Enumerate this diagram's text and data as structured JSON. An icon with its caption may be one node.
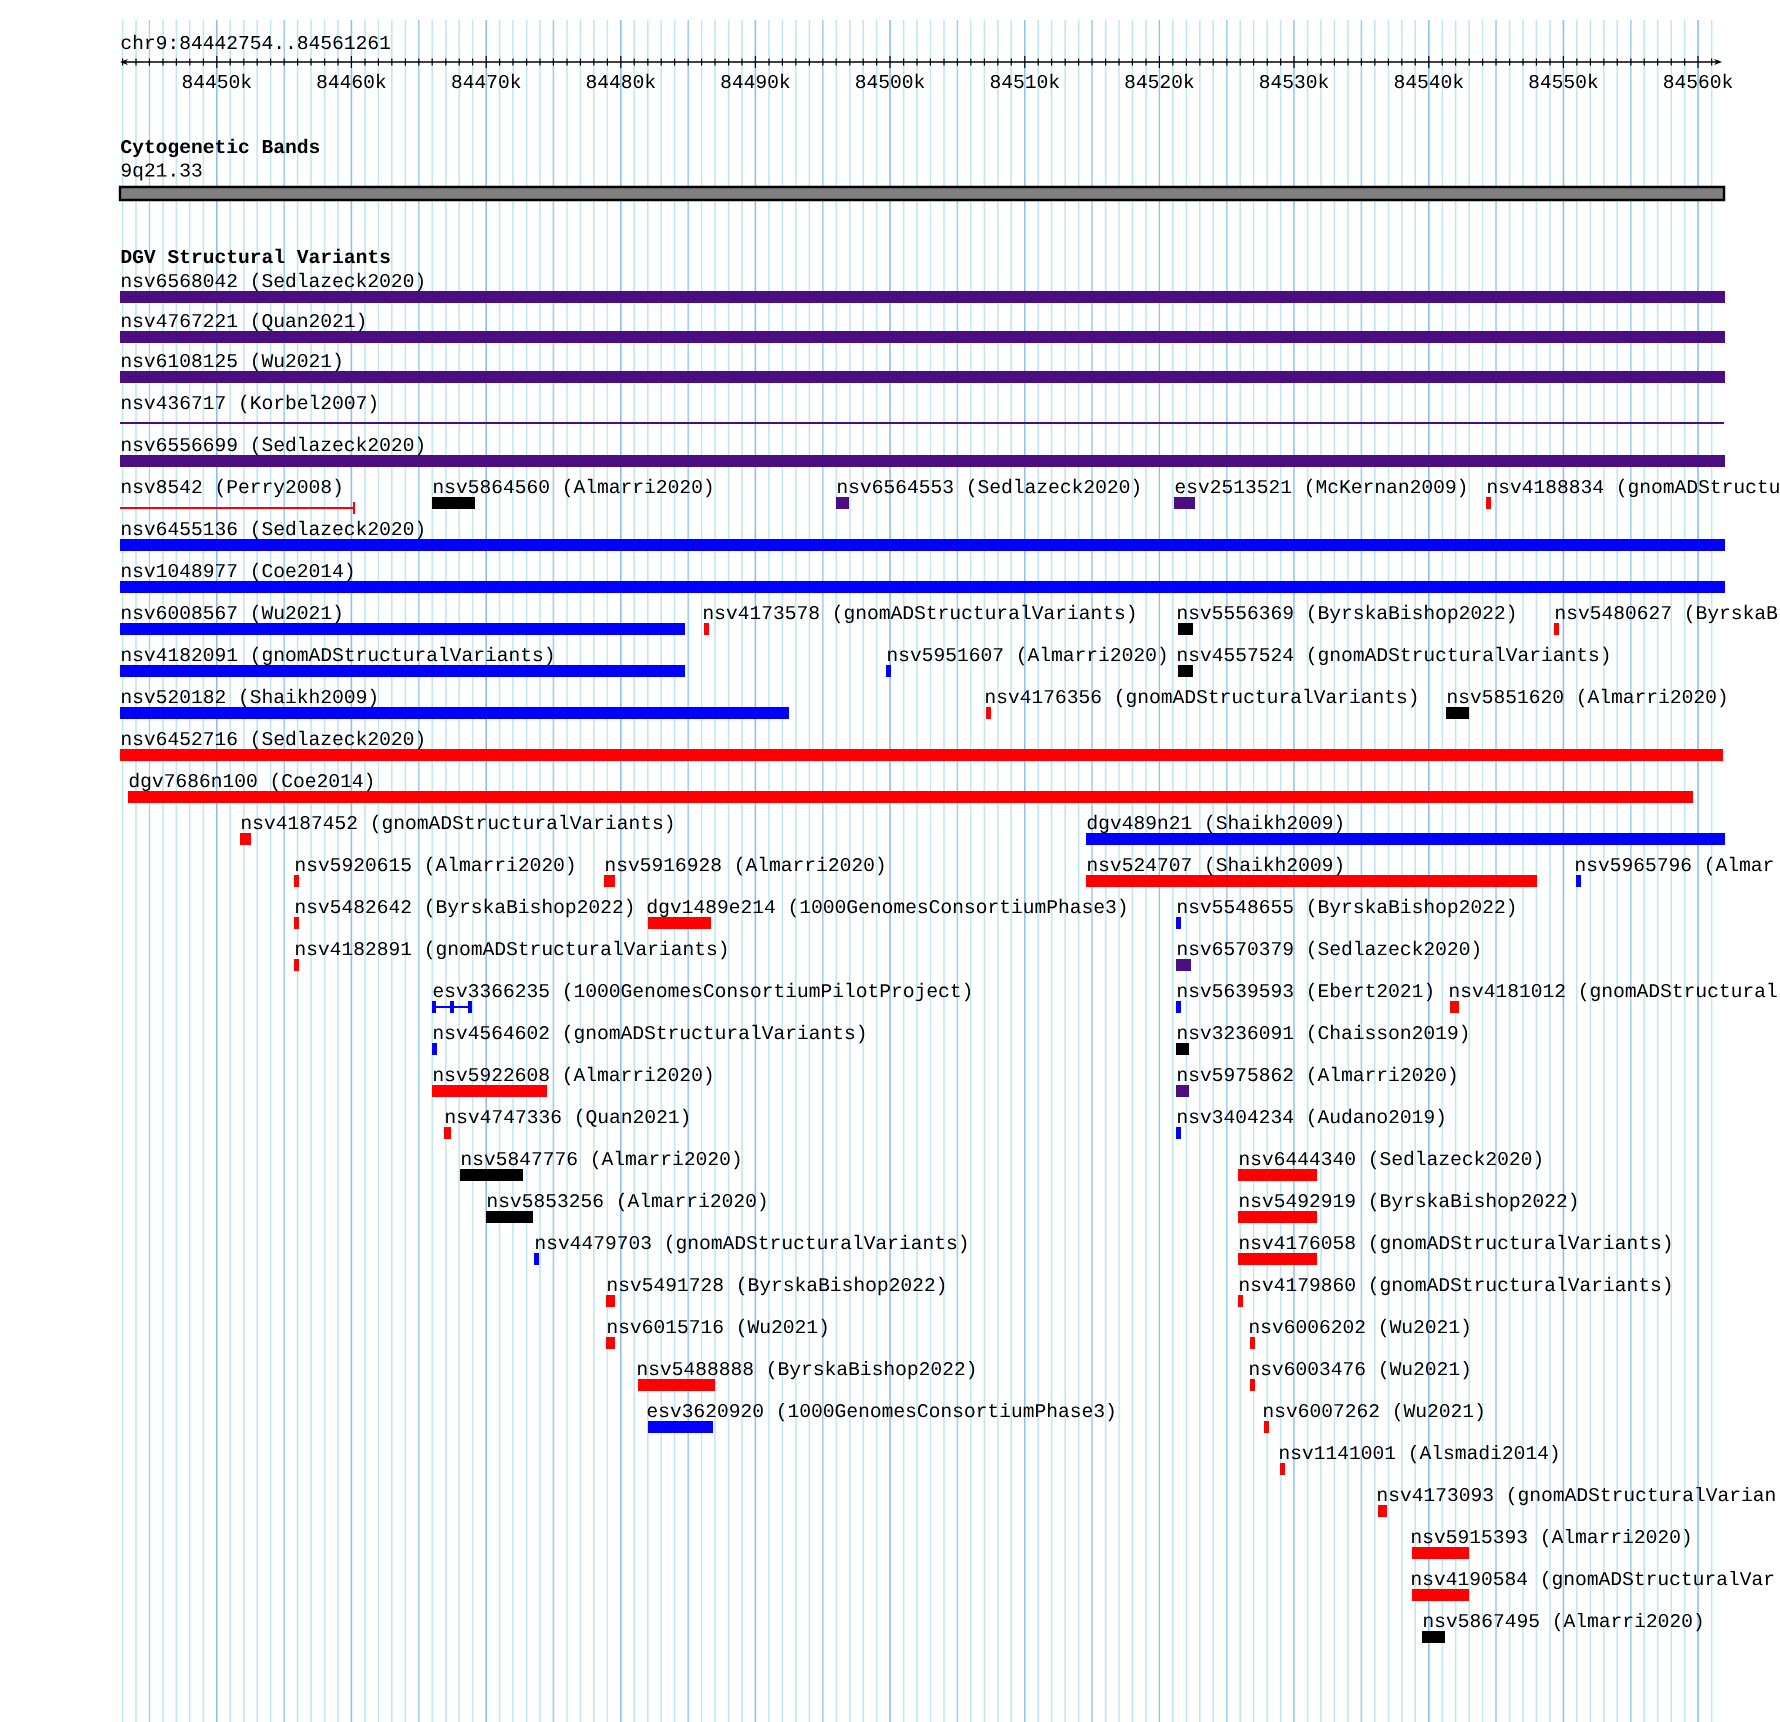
{
  "diagram": {
    "nodes": [
      {
        "text": [
          "9q21.33"
        ]
      },
      {
        "text": [
          "nsv6568042 (Sedlazeck2020)"
        ]
      },
      {
        "text": [
          "nsv4767221 (Quan2021)"
        ]
      },
      {
        "text": [
          "nsv6108125 (Wu2021)"
        ]
      },
      {
        "text": [
          "nsv436717 (Korbel2007)"
        ]
      },
      {
        "text": [
          "nsv6556699 (Sedlazeck2020)"
        ]
      },
      {
        "text": [
          "nsv8542 (Perry2008)"
        ]
      },
      {
        "text": [
          "nsv5864560 (Almarri2020)"
        ]
      },
      {
        "text": [
          "nsv6564553 (Sedlazeck2020)"
        ]
      },
      {
        "text": [
          "esv2513521 (McKernan2009)"
        ]
      },
      {
        "text": [
          "nsv4188834 (gnomADStructu"
        ]
      },
      {
        "text": [
          "nsv6455136 (Sedlazeck2020)"
        ]
      },
      {
        "text": [
          "nsv1048977 (Coe2014)"
        ]
      },
      {
        "text": [
          "nsv6008567 (Wu2021)"
        ]
      },
      {
        "text": [
          "nsv4173578 (gnomADStructuralVariants)"
        ]
      },
      {
        "text": [
          "nsv5556369 (ByrskaBishop2022)"
        ]
      },
      {
        "text": [
          "nsv5480627 (ByrskaB"
        ]
      },
      {
        "text": [
          "nsv4182091 (gnomADStructuralVariants)"
        ]
      },
      {
        "text": [
          "nsv5951607 (Almarri2020)"
        ]
      },
      {
        "text": [
          "nsv4557524 (gnomADStructuralVariants)"
        ]
      },
      {
        "text": [
          "nsv520182 (Shaikh2009)"
        ]
      },
      {
        "text": [
          "nsv4176356 (gnomADStructuralVariants)"
        ]
      },
      {
        "text": [
          "nsv5851620 (Almarri2020)"
        ]
      },
      {
        "text": [
          "nsv6452716 (Sedlazeck2020)"
        ]
      },
      {
        "text": [
          "dgv7686n100 (Coe2014)"
        ]
      },
      {
        "text": [
          "nsv4187452 (gnomADStructuralVariants)"
        ]
      },
      {
        "text": [
          "dgv489n21 (Shaikh2009)"
        ]
      },
      {
        "text": [
          "nsv5920615 (Almarri2020)"
        ]
      },
      {
        "text": [
          "nsv5916928 (Almarri2020)"
        ]
      },
      {
        "text": [
          "nsv524707 (Shaikh2009)"
        ]
      },
      {
        "text": [
          "nsv5965796 (Almar"
        ]
      },
      {
        "text": [
          "nsv5482642 (ByrskaBishop2022)"
        ]
      },
      {
        "text": [
          "dgv1489e214 (1000GenomesConsortiumPhase3)"
        ]
      },
      {
        "text": [
          "nsv5548655 (ByrskaBishop2022)"
        ]
      },
      {
        "text": [
          "nsv4182891 (gnomADStructuralVariants)"
        ]
      },
      {
        "text": [
          "nsv6570379 (Sedlazeck2020)"
        ]
      },
      {
        "text": [
          "esv3366235 (1000GenomesConsortiumPilotProject)"
        ]
      },
      {
        "text": [
          "nsv5639593 (Ebert2021)"
        ]
      },
      {
        "text": [
          "nsv4181012 (gnomADStructural"
        ]
      },
      {
        "text": [
          "nsv4564602 (gnomADStructuralVariants)"
        ]
      },
      {
        "text": [
          "nsv3236091 (Chaisson2019)"
        ]
      },
      {
        "text": [
          "nsv5922608 (Almarri2020)"
        ]
      },
      {
        "text": [
          "nsv5975862 (Almarri2020)"
        ]
      },
      {
        "text": [
          "nsv4747336 (Quan2021)"
        ]
      },
      {
        "text": [
          "nsv3404234 (Audano2019)"
        ]
      },
      {
        "text": [
          "nsv5847776 (Almarri2020)"
        ]
      },
      {
        "text": [
          "nsv6444340 (Sedlazeck2020)"
        ]
      },
      {
        "text": [
          "nsv5853256 (Almarri2020)"
        ]
      },
      {
        "text": [
          "nsv5492919 (ByrskaBishop2022)"
        ]
      },
      {
        "text": [
          "nsv4479703 (gnomADStructuralVariants)"
        ]
      },
      {
        "text": [
          "nsv4176058 (gnomADStructuralVariants)"
        ]
      },
      {
        "text": [
          "nsv5491728 (ByrskaBishop2022)"
        ]
      },
      {
        "text": [
          "nsv4179860 (gnomADStructuralVariants)"
        ]
      },
      {
        "text": [
          "nsv6015716 (Wu2021)"
        ]
      },
      {
        "text": [
          "nsv6006202 (Wu2021)"
        ]
      },
      {
        "text": [
          "nsv5488888 (ByrskaBishop2022)"
        ]
      },
      {
        "text": [
          "nsv6003476 (Wu2021)"
        ]
      },
      {
        "text": [
          "esv3620920 (1000GenomesConsortiumPhase3)"
        ]
      },
      {
        "text": [
          "nsv6007262 (Wu2021)"
        ]
      },
      {
        "text": [
          "nsv1141001 (Alsmadi2014)"
        ]
      },
      {
        "text": [
          "nsv4173093 (gnomADStructuralVarian"
        ]
      },
      {
        "text": [
          "nsv5915393 (Almarri2020)"
        ]
      },
      {
        "text": [
          "nsv4190584 (gnomADStructuralVar"
        ]
      },
      {
        "text": [
          "nsv5867495 (Almarri2020)"
        ]
      }
    ],
    "labels": [
      "chr9:84442754..84561261",
      "84450k",
      "84460k",
      "84470k",
      "84480k",
      "84490k",
      "84500k",
      "84510k",
      "84520k",
      "84530k",
      "84540k",
      "84550k",
      "84560k",
      "Cytogenetic Bands",
      "DGV Structural Variants"
    ]
  }
}
